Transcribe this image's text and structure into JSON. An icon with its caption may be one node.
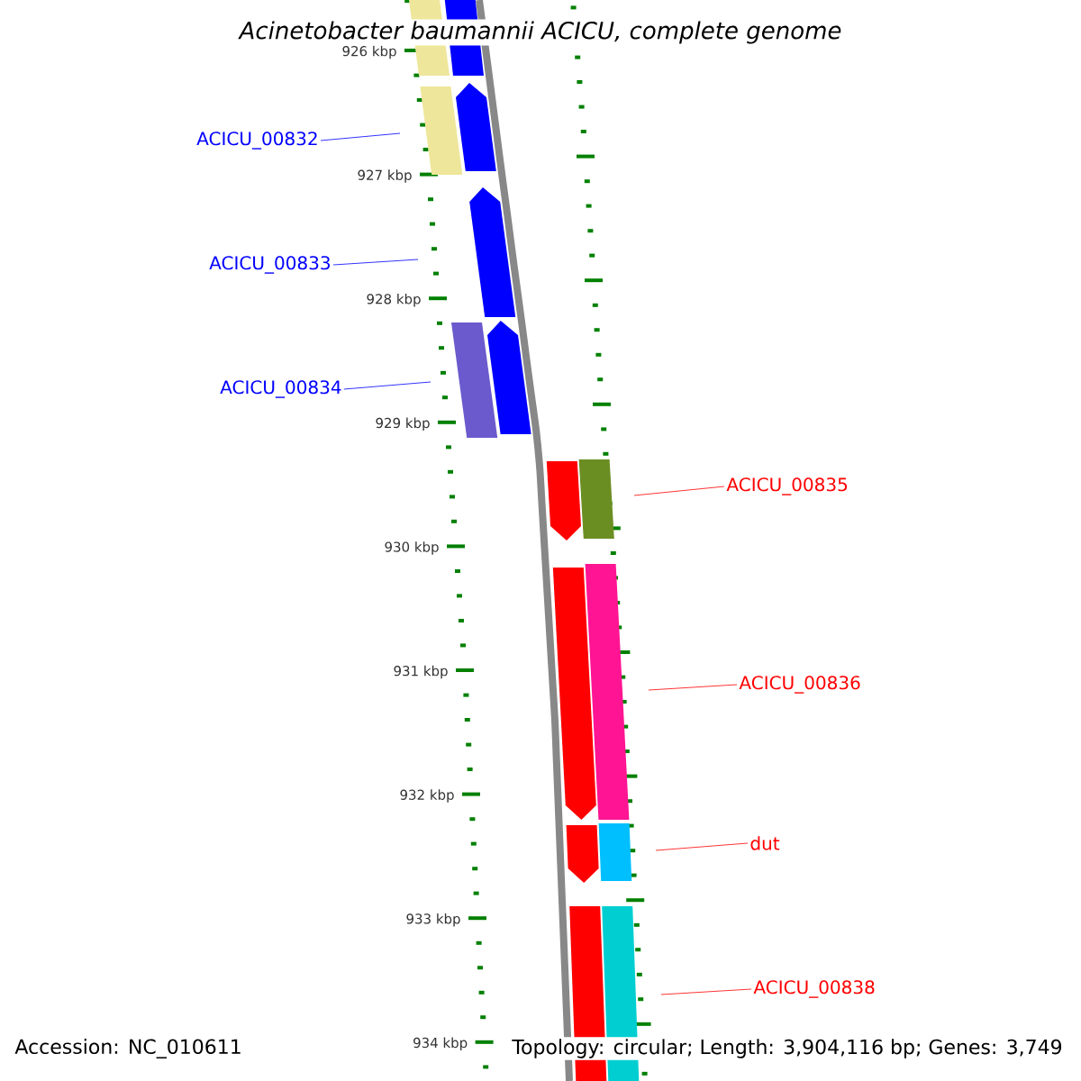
{
  "diagram": {
    "title": "Acinetobacter baumannii ACICU, complete genome",
    "nodes": [
      {
        "text": [
          "ACICU_00832"
        ]
      },
      {
        "text": [
          "ACICU_00833"
        ]
      },
      {
        "text": [
          "ACICU_00834"
        ]
      },
      {
        "text": [
          "ACICU_00835"
        ]
      },
      {
        "text": [
          "ACICU_00836"
        ]
      },
      {
        "text": [
          "dut"
        ]
      },
      {
        "text": [
          "ACICU_00838"
        ]
      }
    ],
    "edges": [
      {
        "from": 0,
        "to": null,
        "arrow": "none",
        "color": "#0000ff"
      },
      {
        "from": 1,
        "to": null,
        "arrow": "none",
        "color": "#0000ff"
      },
      {
        "from": 2,
        "to": null,
        "arrow": "none",
        "color": "#0000ff"
      },
      {
        "from": 3,
        "to": null,
        "arrow": "none",
        "color": "#ff0000"
      },
      {
        "from": 4,
        "to": null,
        "arrow": "none",
        "color": "#ff0000"
      },
      {
        "from": 5,
        "to": null,
        "arrow": "none",
        "color": "#ff0000"
      },
      {
        "from": 6,
        "to": null,
        "arrow": "none",
        "color": "#ff0000"
      }
    ],
    "labels": [
      "926 kbp",
      "927 kbp",
      "928 kbp",
      "929 kbp",
      "930 kbp",
      "931 kbp",
      "932 kbp",
      "933 kbp",
      "934 kbp",
      "Accession: NC_010611",
      "Topology: circular; Length: 3,904,116 bp; Genes: 3,749"
    ]
  }
}
